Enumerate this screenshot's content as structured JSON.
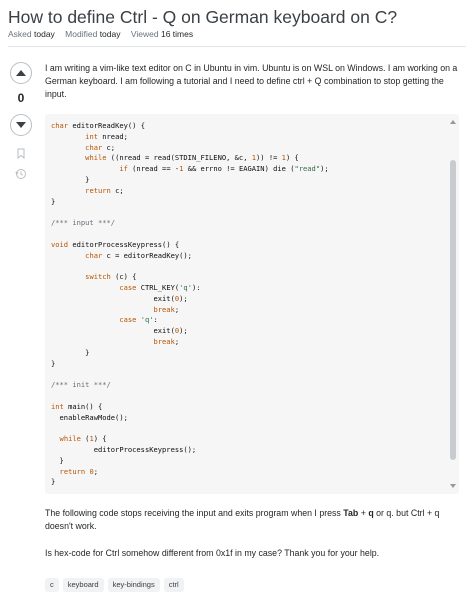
{
  "question": {
    "title": "How to define Ctrl - Q on German keyboard on C?",
    "meta": {
      "asked_label": "Asked",
      "asked_value": "today",
      "modified_label": "Modified",
      "modified_value": "today",
      "viewed_label": "Viewed",
      "viewed_value": "16 times"
    },
    "votes": "0",
    "body": {
      "paragraph1": "I am writing a vim-like text editor on C in Ubuntu in vim. Ubuntu is on WSL on Windows. I am working on a German keyboard. I am following a tutorial and I need to define ctrl + Q combination to stop getting the input.",
      "paragraph2_part1": "The following code stops receiving the input and exits program when I press ",
      "paragraph2_key1": "Tab",
      "paragraph2_plus": " + ",
      "paragraph2_key2": "q",
      "paragraph2_part2": " or q. but Ctrl + q doesn't work.",
      "paragraph3": "Is hex-code for Ctrl somehow different from 0x1f in my case? Thank you for your help."
    },
    "code_lines": [
      "char editorReadKey() {",
      "        int nread;",
      "        char c;",
      "        while ((nread = read(STDIN_FILENO, &c, 1)) != 1) {",
      "                if (nread == -1 && errno != EAGAIN) die (\"read\");",
      "        }",
      "        return c;",
      "}",
      "",
      "/*** input ***/",
      "",
      "void editorProcessKeypress() {",
      "        char c = editorReadKey();",
      "",
      "        switch (c) {",
      "                case CTRL_KEY('q'):",
      "                        exit(0);",
      "                        break;",
      "                case 'q':",
      "                        exit(0);",
      "                        break;",
      "        }",
      "}",
      "",
      "/*** init ***/",
      "",
      "int main() {",
      "  enableRawMode();",
      "",
      "  while (1) {",
      "          editorProcessKeypress();",
      "  }",
      "  return 0;",
      "}"
    ],
    "tags": [
      "c",
      "keyboard",
      "key-bindings",
      "ctrl"
    ]
  },
  "icons": {
    "upvote": "triangle-up-icon",
    "downvote": "triangle-down-icon",
    "bookmark": "bookmark-icon",
    "history": "history-icon"
  },
  "colors": {
    "keyword": "#b75301",
    "string": "#2f6f44",
    "comment": "#656e77",
    "tag_bg": "#f1f2f3"
  }
}
